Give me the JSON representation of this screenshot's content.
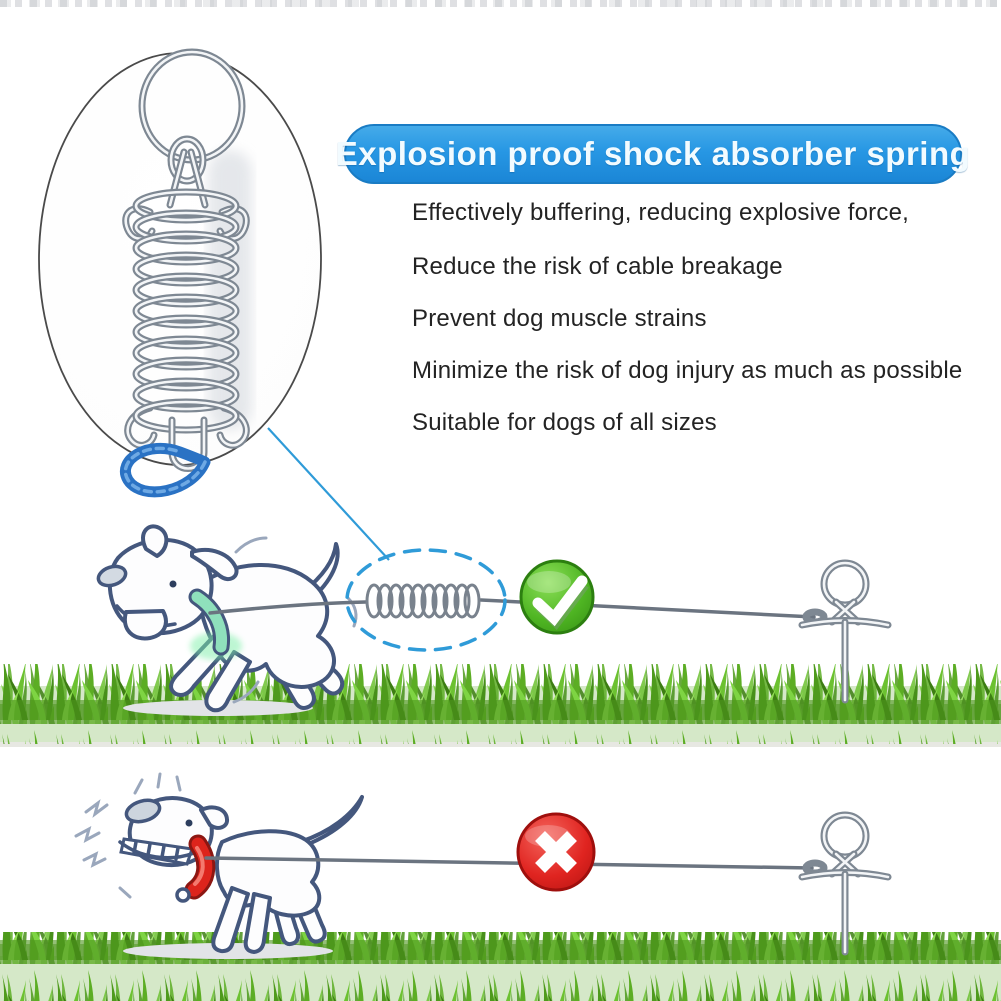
{
  "banner": {
    "label": "Explosion proof shock absorber spring"
  },
  "features": [
    "Effectively buffering, reducing explosive force,",
    "Reduce the risk of cable breakage",
    "Prevent dog muscle strains",
    "Minimize the risk of dog injury as much as possible",
    "Suitable for dogs of all sizes"
  ],
  "icons": {
    "success": "checkmark-icon",
    "failure": "x-icon",
    "magnified_part": "shock-absorber-spring"
  },
  "colors": {
    "banner_blue": "#2797E4",
    "callout_blue": "#2F9BD8",
    "success_green": "#4FB523",
    "failure_red": "#DD1F1D",
    "grass_green": "#5FAE28",
    "safe_collar": "#8FE0BC",
    "danger_collar": "#D6251D"
  }
}
